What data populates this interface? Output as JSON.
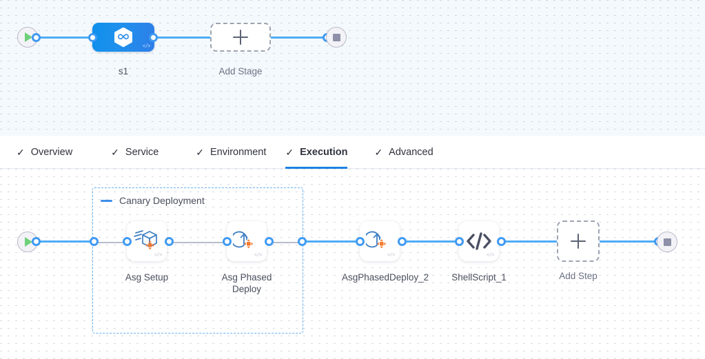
{
  "stage_canvas": {
    "start_node": {
      "icon": "play-icon"
    },
    "end_node": {
      "icon": "stop-icon"
    },
    "stage": {
      "label": "s1",
      "icon": "harness-hexagon-icon",
      "code_marker": "</>"
    },
    "add_stage": {
      "label": "Add Stage",
      "icon": "plus-icon"
    }
  },
  "tabs": [
    {
      "label": "Overview",
      "check": "✓",
      "active": false
    },
    {
      "label": "Service",
      "check": "✓",
      "active": false
    },
    {
      "label": "Environment",
      "check": "✓",
      "active": false
    },
    {
      "label": "Execution",
      "check": "✓",
      "active": true
    },
    {
      "label": "Advanced",
      "check": "✓",
      "active": false
    }
  ],
  "execution_canvas": {
    "start_node": {
      "icon": "play-icon"
    },
    "end_node": {
      "icon": "stop-icon"
    },
    "group": {
      "title": "Canary Deployment",
      "collapse_icon": "minus-icon"
    },
    "steps": [
      {
        "label": "Asg Setup",
        "icon": "asg-setup-icon",
        "code_marker": "</>"
      },
      {
        "label": "Asg Phased Deploy",
        "icon": "asg-phased-deploy-icon",
        "code_marker": "</>"
      },
      {
        "label": "AsgPhasedDeploy_2",
        "icon": "asg-phased-deploy-icon",
        "code_marker": "</>"
      },
      {
        "label": "ShellScript_1",
        "icon": "shell-script-icon",
        "code_marker": "</>"
      }
    ],
    "add_step": {
      "label": "Add Step",
      "icon": "plus-icon"
    }
  },
  "colors": {
    "accent_blue": "#1b82e2",
    "link_blue": "#4dabf5",
    "port_blue": "#3f9af2",
    "group_border": "#66b0f3",
    "stage_gradient_from": "#0f8fec",
    "stage_gradient_to": "#2e7ee8",
    "play_green": "#6fd07a",
    "stop_gray": "#8e8fa8",
    "icon_orange": "#f4792b",
    "icon_blue": "#3d7ec4",
    "shell_dark": "#4a4f62",
    "stage_canvas_bg": "#f4f9fd",
    "exec_canvas_bg": "#ffffff"
  }
}
